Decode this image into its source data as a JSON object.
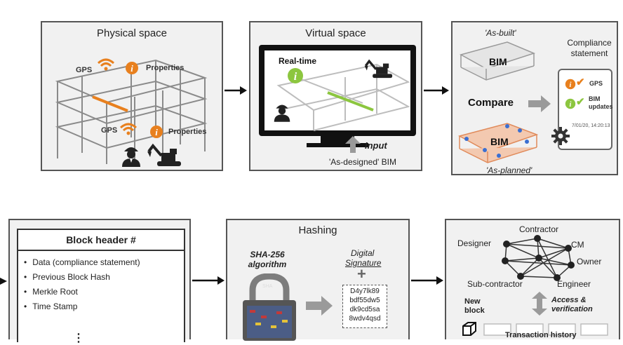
{
  "physical": {
    "title": "Physical space",
    "gps_top": "GPS",
    "properties_top": "Properties",
    "gps_bottom": "GPS",
    "properties_bottom": "Properties"
  },
  "virtual": {
    "title": "Virtual space",
    "realtime": "Real-time",
    "input": "Input",
    "as_designed": "'As-designed' BIM"
  },
  "compliance": {
    "as_built": "'As-built'",
    "bim_top": "BIM",
    "compare": "Compare",
    "bim_bottom": "BIM",
    "as_planned": "'As-planned'",
    "statement_title": "Compliance statement",
    "gps": "GPS",
    "bim_updates": "BIM updates",
    "timestamp": "7/01/20, 14:20:13"
  },
  "block_header": {
    "title": "Block header #",
    "items": [
      "Data (compliance statement)",
      "Previous Block Hash",
      "Merkle Root",
      "Time Stamp"
    ],
    "more": "⋮"
  },
  "hashing": {
    "title": "Hashing",
    "algorithm": "SHA-256 algorithm",
    "sha_label": "SHA",
    "digital": "Digital",
    "signature": "Signature",
    "plus": "+",
    "hashes": [
      "D4y7lk89",
      "bdf55dw5",
      "dk9cd5sa",
      "8wdv4qsd"
    ]
  },
  "network": {
    "contractor": "Contractor",
    "designer": "Designer",
    "cm": "CM",
    "owner": "Owner",
    "sub_contractor": "Sub-contractor",
    "engineer": "Engineer",
    "new_block": "New block",
    "access": "Access & verification",
    "transaction": "Transaction history"
  },
  "colors": {
    "panel_bg": "#f1f1f1",
    "orange": "#e8801e",
    "green": "#8cc63f",
    "dark": "#222222",
    "arrow_gray": "#9a9a9a"
  }
}
